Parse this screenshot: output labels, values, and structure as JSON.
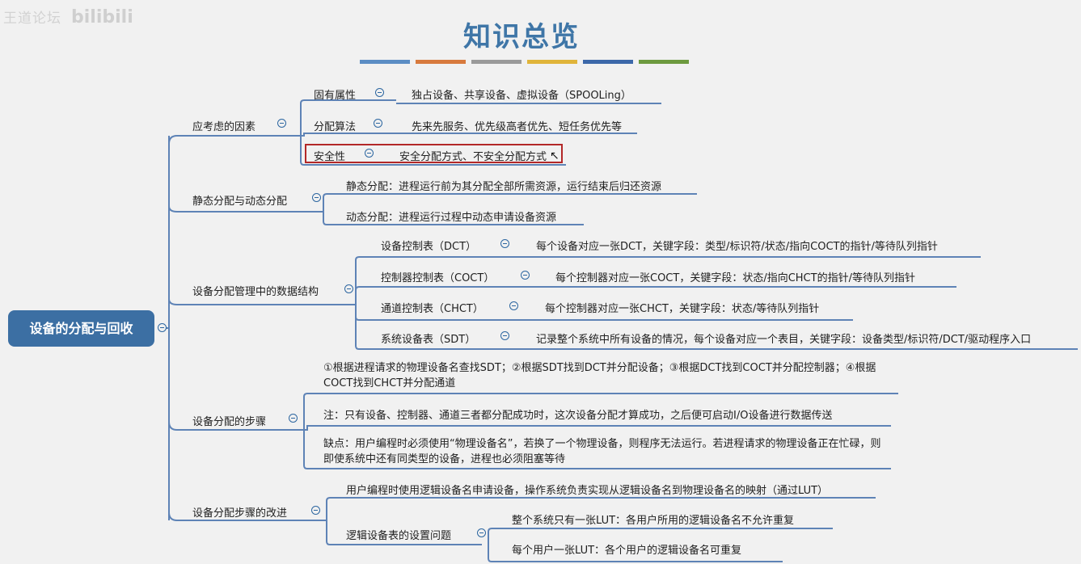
{
  "watermark": {
    "text": "王道论坛",
    "logo": "bilibili"
  },
  "title": "知识总览",
  "color_bars": [
    "#5b8dc4",
    "#d87a3e",
    "#9a9a9a",
    "#e0b43a",
    "#3c68a9",
    "#6d9a3f"
  ],
  "root": "设备的分配与回收",
  "factors": {
    "label": "应考虑的因素",
    "items": [
      {
        "label": "固有属性",
        "detail": "独占设备、共享设备、虚拟设备（SPOOLing）"
      },
      {
        "label": "分配算法",
        "detail": "先来先服务、优先级高者优先、短任务优先等"
      },
      {
        "label": "安全性",
        "detail": "安全分配方式、不安全分配方式"
      }
    ]
  },
  "static_dynamic": {
    "label": "静态分配与动态分配",
    "items": [
      "静态分配：进程运行前为其分配全部所需资源，运行结束后归还资源",
      "动态分配：进程运行过程中动态申请设备资源"
    ]
  },
  "data_structures": {
    "label": "设备分配管理中的数据结构",
    "items": [
      {
        "label": "设备控制表（DCT）",
        "detail": "每个设备对应一张DCT，关键字段：类型/标识符/状态/指向COCT的指针/等待队列指针"
      },
      {
        "label": "控制器控制表（COCT）",
        "detail": "每个控制器对应一张COCT，关键字段：状态/指向CHCT的指针/等待队列指针"
      },
      {
        "label": "通道控制表（CHCT）",
        "detail": "每个控制器对应一张CHCT，关键字段：状态/等待队列指针"
      },
      {
        "label": "系统设备表（SDT）",
        "detail": "记录整个系统中所有设备的情况，每个设备对应一个表目，关键字段：设备类型/标识符/DCT/驱动程序入口"
      }
    ]
  },
  "steps": {
    "label": "设备分配的步骤",
    "items": [
      "①根据进程请求的物理设备名查找SDT；②根据SDT找到DCT并分配设备；③根据DCT找到COCT并分配控制器；④根据COCT找到CHCT并分配通道",
      "注：只有设备、控制器、通道三者都分配成功时，这次设备分配才算成功，之后便可启动I/O设备进行数据传送",
      "缺点：用户编程时必须使用“物理设备名”，若换了一个物理设备，则程序无法运行。若进程请求的物理设备正在忙碌，则即使系统中还有同类型的设备，进程也必须阻塞等待"
    ]
  },
  "improvement": {
    "label": "设备分配步骤的改进",
    "item1": "用户编程时使用逻辑设备名申请设备，操作系统负责实现从逻辑设备名到物理设备名的映射（通过LUT）",
    "lut": {
      "label": "逻辑设备表的设置问题",
      "items": [
        "整个系统只有一张LUT：各用户所用的逻辑设备名不允许重复",
        "每个用户一张LUT：各个用户的逻辑设备名可重复"
      ]
    }
  }
}
